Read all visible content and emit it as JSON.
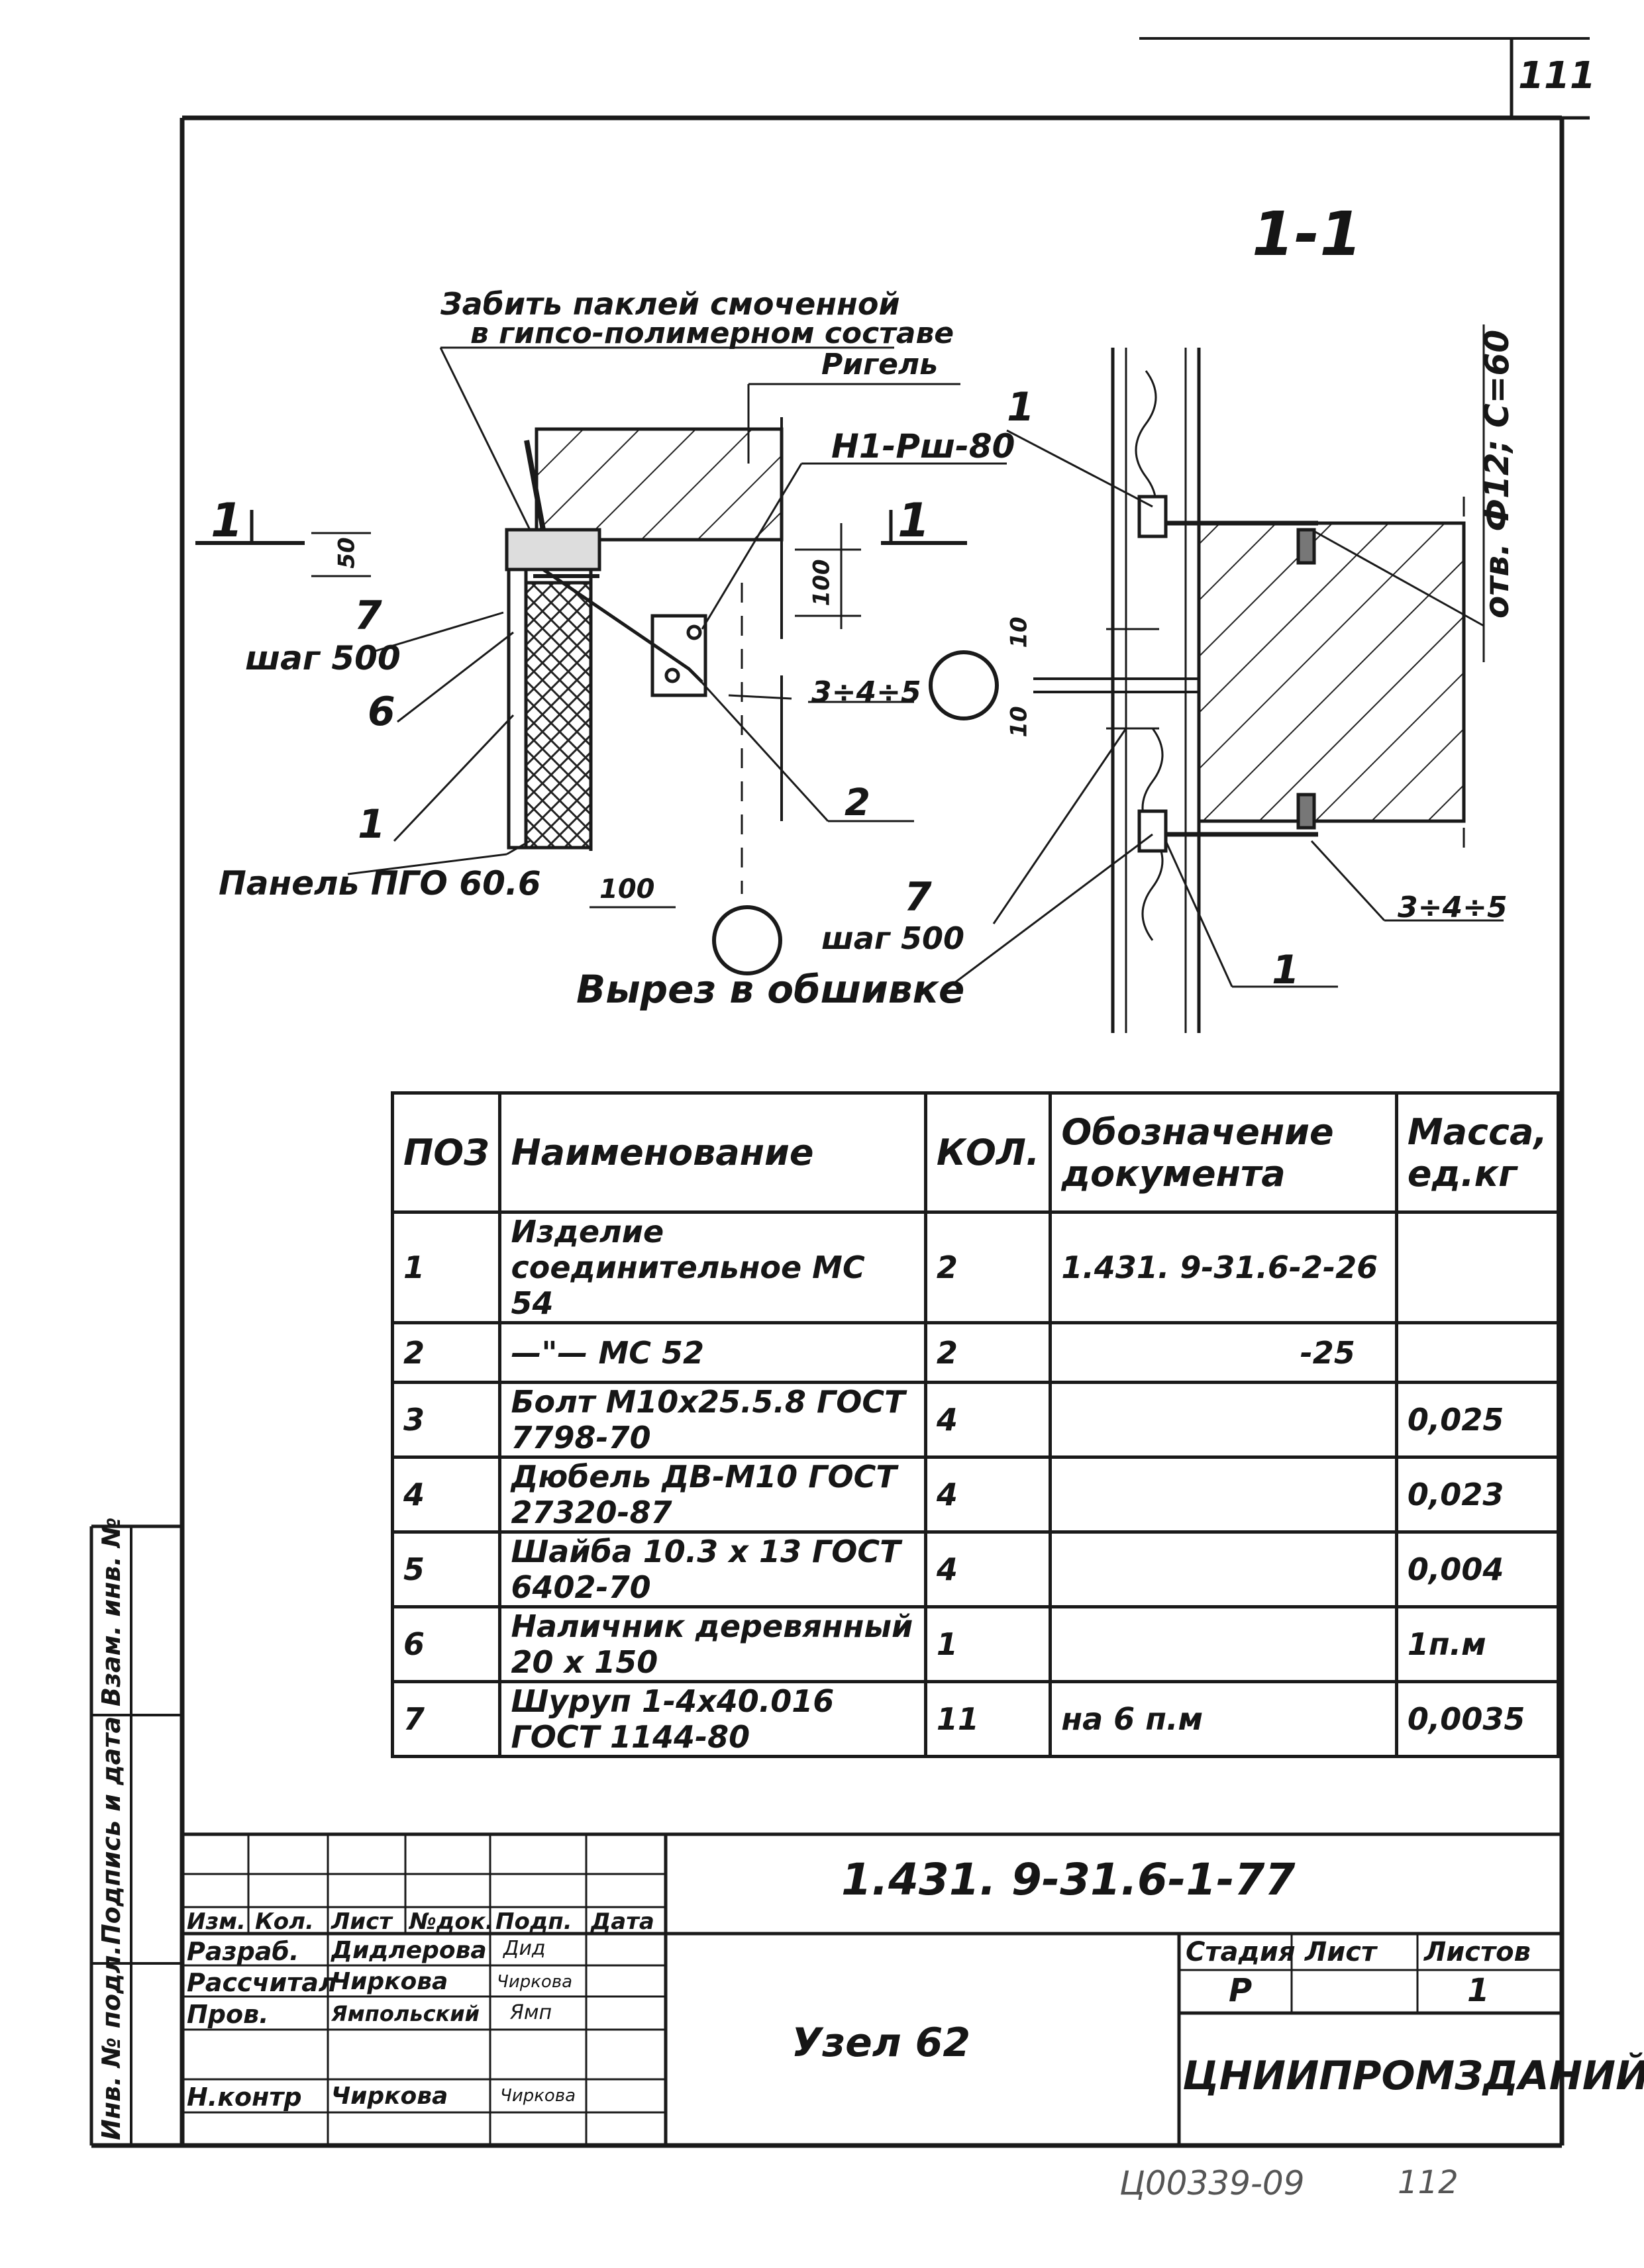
{
  "sheet": {
    "page_number": "111",
    "section_label": "1-1",
    "bottom_stamp": "Ц00339-09",
    "bottom_page": "112"
  },
  "drawing_labels": {
    "note_line1": "Забить паклей смоченной",
    "note_line2": "в гипсо-полимерном составе",
    "rigel": "Ригель",
    "part_code": "Н1-Рш-80",
    "cut_left": "1",
    "cut_right": "1",
    "dim_50": "50",
    "dim_100_vertical": "100",
    "dim_10_top": "10",
    "dim_10_bottom": "10",
    "callout_7": "7",
    "step_500": "шаг 500",
    "callout_6": "6",
    "callout_1": "1",
    "panel": "Панель ПГО 60.6",
    "dim_100_horizontal": "100",
    "callout_3_4_5": "3÷4÷5",
    "callout_2": "2",
    "callout_7_right": "7",
    "step_500_right": "шаг 500",
    "cutout": "Вырез в обшивке",
    "callout_1_top": "1",
    "callout_1_bottom": "1",
    "callout_3_4_5_right": "3÷4÷5",
    "hole_note": "отв. Ф12; С=60"
  },
  "spec_table": {
    "headers": [
      "ПОЗ",
      "Наименование",
      "КОЛ.",
      "Обозначение документа",
      "Масса, ед.кг"
    ],
    "rows": [
      {
        "pos": "1",
        "name": "Изделие соединительное МС 54",
        "qty": "2",
        "doc": "1.431. 9-31.6-2-26",
        "mass": ""
      },
      {
        "pos": "2",
        "name": "—\"— МС 52",
        "qty": "2",
        "doc": "-25",
        "mass": ""
      },
      {
        "pos": "3",
        "name": "Болт М10х25.5.8 ГОСТ 7798-70",
        "qty": "4",
        "doc": "",
        "mass": "0,025"
      },
      {
        "pos": "4",
        "name": "Дюбель ДВ-М10 ГОСТ 27320-87",
        "qty": "4",
        "doc": "",
        "mass": "0,023"
      },
      {
        "pos": "5",
        "name": "Шайба 10.3 х 13 ГОСТ 6402-70",
        "qty": "4",
        "doc": "",
        "mass": "0,004"
      },
      {
        "pos": "6",
        "name": "Наличник деревянный 20 х 150",
        "qty": "1",
        "doc": "",
        "mass": "1п.м"
      },
      {
        "pos": "7",
        "name": "Шуруп 1-4х40.016 ГОСТ 1144-80",
        "qty": "11",
        "doc": "на 6 п.м",
        "mass": "0,0035"
      }
    ]
  },
  "side_stamp": {
    "inv_original": "Инв. № подл.",
    "sign_date": "Подпись и дата",
    "replace_inv": "Взам. инв. №"
  },
  "title_block": {
    "designation": "1.431. 9-31.6-1-77",
    "title": "Узел 62",
    "organization": "ЦНИИПРОМЗДАНИЙ",
    "stage_label": "Стадия",
    "sheet_label": "Лист",
    "sheets_label": "Листов",
    "stage_value": "Р",
    "sheets_value": "1",
    "col_headers": [
      "Изм.",
      "Кол.",
      "Лист",
      "№док.",
      "Подп.",
      "Дата"
    ],
    "staff": [
      {
        "role": "Разраб.",
        "name": "Дидлерова",
        "sign": "Дид"
      },
      {
        "role": "Рассчитал",
        "name": "Чиркова",
        "sign": "Чиркова"
      },
      {
        "role": "Пров.",
        "name": "Ямпольский",
        "sign": "Ямп"
      },
      {
        "role": "",
        "name": "",
        "sign": ""
      },
      {
        "role": "Н.контр",
        "name": "Чиркова",
        "sign": "Чиркова"
      }
    ]
  }
}
